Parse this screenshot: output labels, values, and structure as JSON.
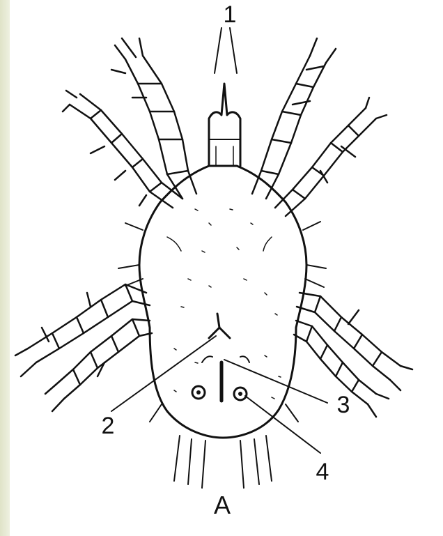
{
  "figure": {
    "callouts": [
      "1",
      "2",
      "3",
      "4"
    ],
    "panel_letter": "A"
  },
  "colors": {
    "ink": "#111111",
    "paper": "#ffffff",
    "frame": "#e7ead6"
  }
}
